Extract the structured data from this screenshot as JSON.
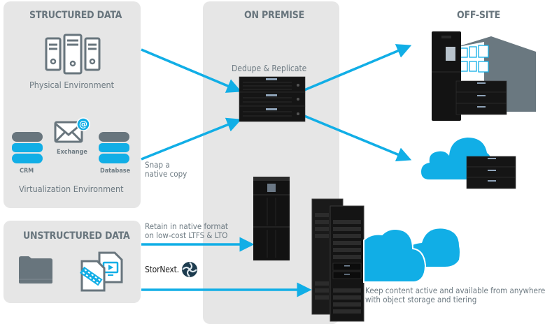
{
  "colors": {
    "accent_blue": "#11aee6",
    "panel_gray": "#e6e6e6",
    "icon_gray": "#68757d",
    "text_gray": "#6d7a82",
    "hardware_black": "#151515"
  },
  "structured": {
    "title": "STRUCTURED DATA",
    "physical": {
      "icon": "server-rack-icon",
      "label": "Physical Environment"
    },
    "virtual": {
      "label": "Virtualization Environment",
      "items": [
        {
          "icon": "database-icon",
          "label": "CRM"
        },
        {
          "icon": "email-at-icon",
          "label": "Exchange"
        },
        {
          "icon": "database-icon",
          "label": "Database"
        }
      ]
    }
  },
  "unstructured": {
    "title": "UNSTRUCTURED DATA",
    "icons": [
      "folder-icon",
      "media-files-icon"
    ]
  },
  "on_premise": {
    "title": "ON PREMISE",
    "dedupe_label": "Dedupe & Replicate"
  },
  "off_site": {
    "title": "OFF-SITE"
  },
  "captions": {
    "snap": "Snap a\nnative copy",
    "retain": "Retain in native format\non low-cost LTFS & LTO",
    "stornext": "StorNext.",
    "keep": "Keep content active and available from anywhere\nwith object storage and tiering"
  }
}
